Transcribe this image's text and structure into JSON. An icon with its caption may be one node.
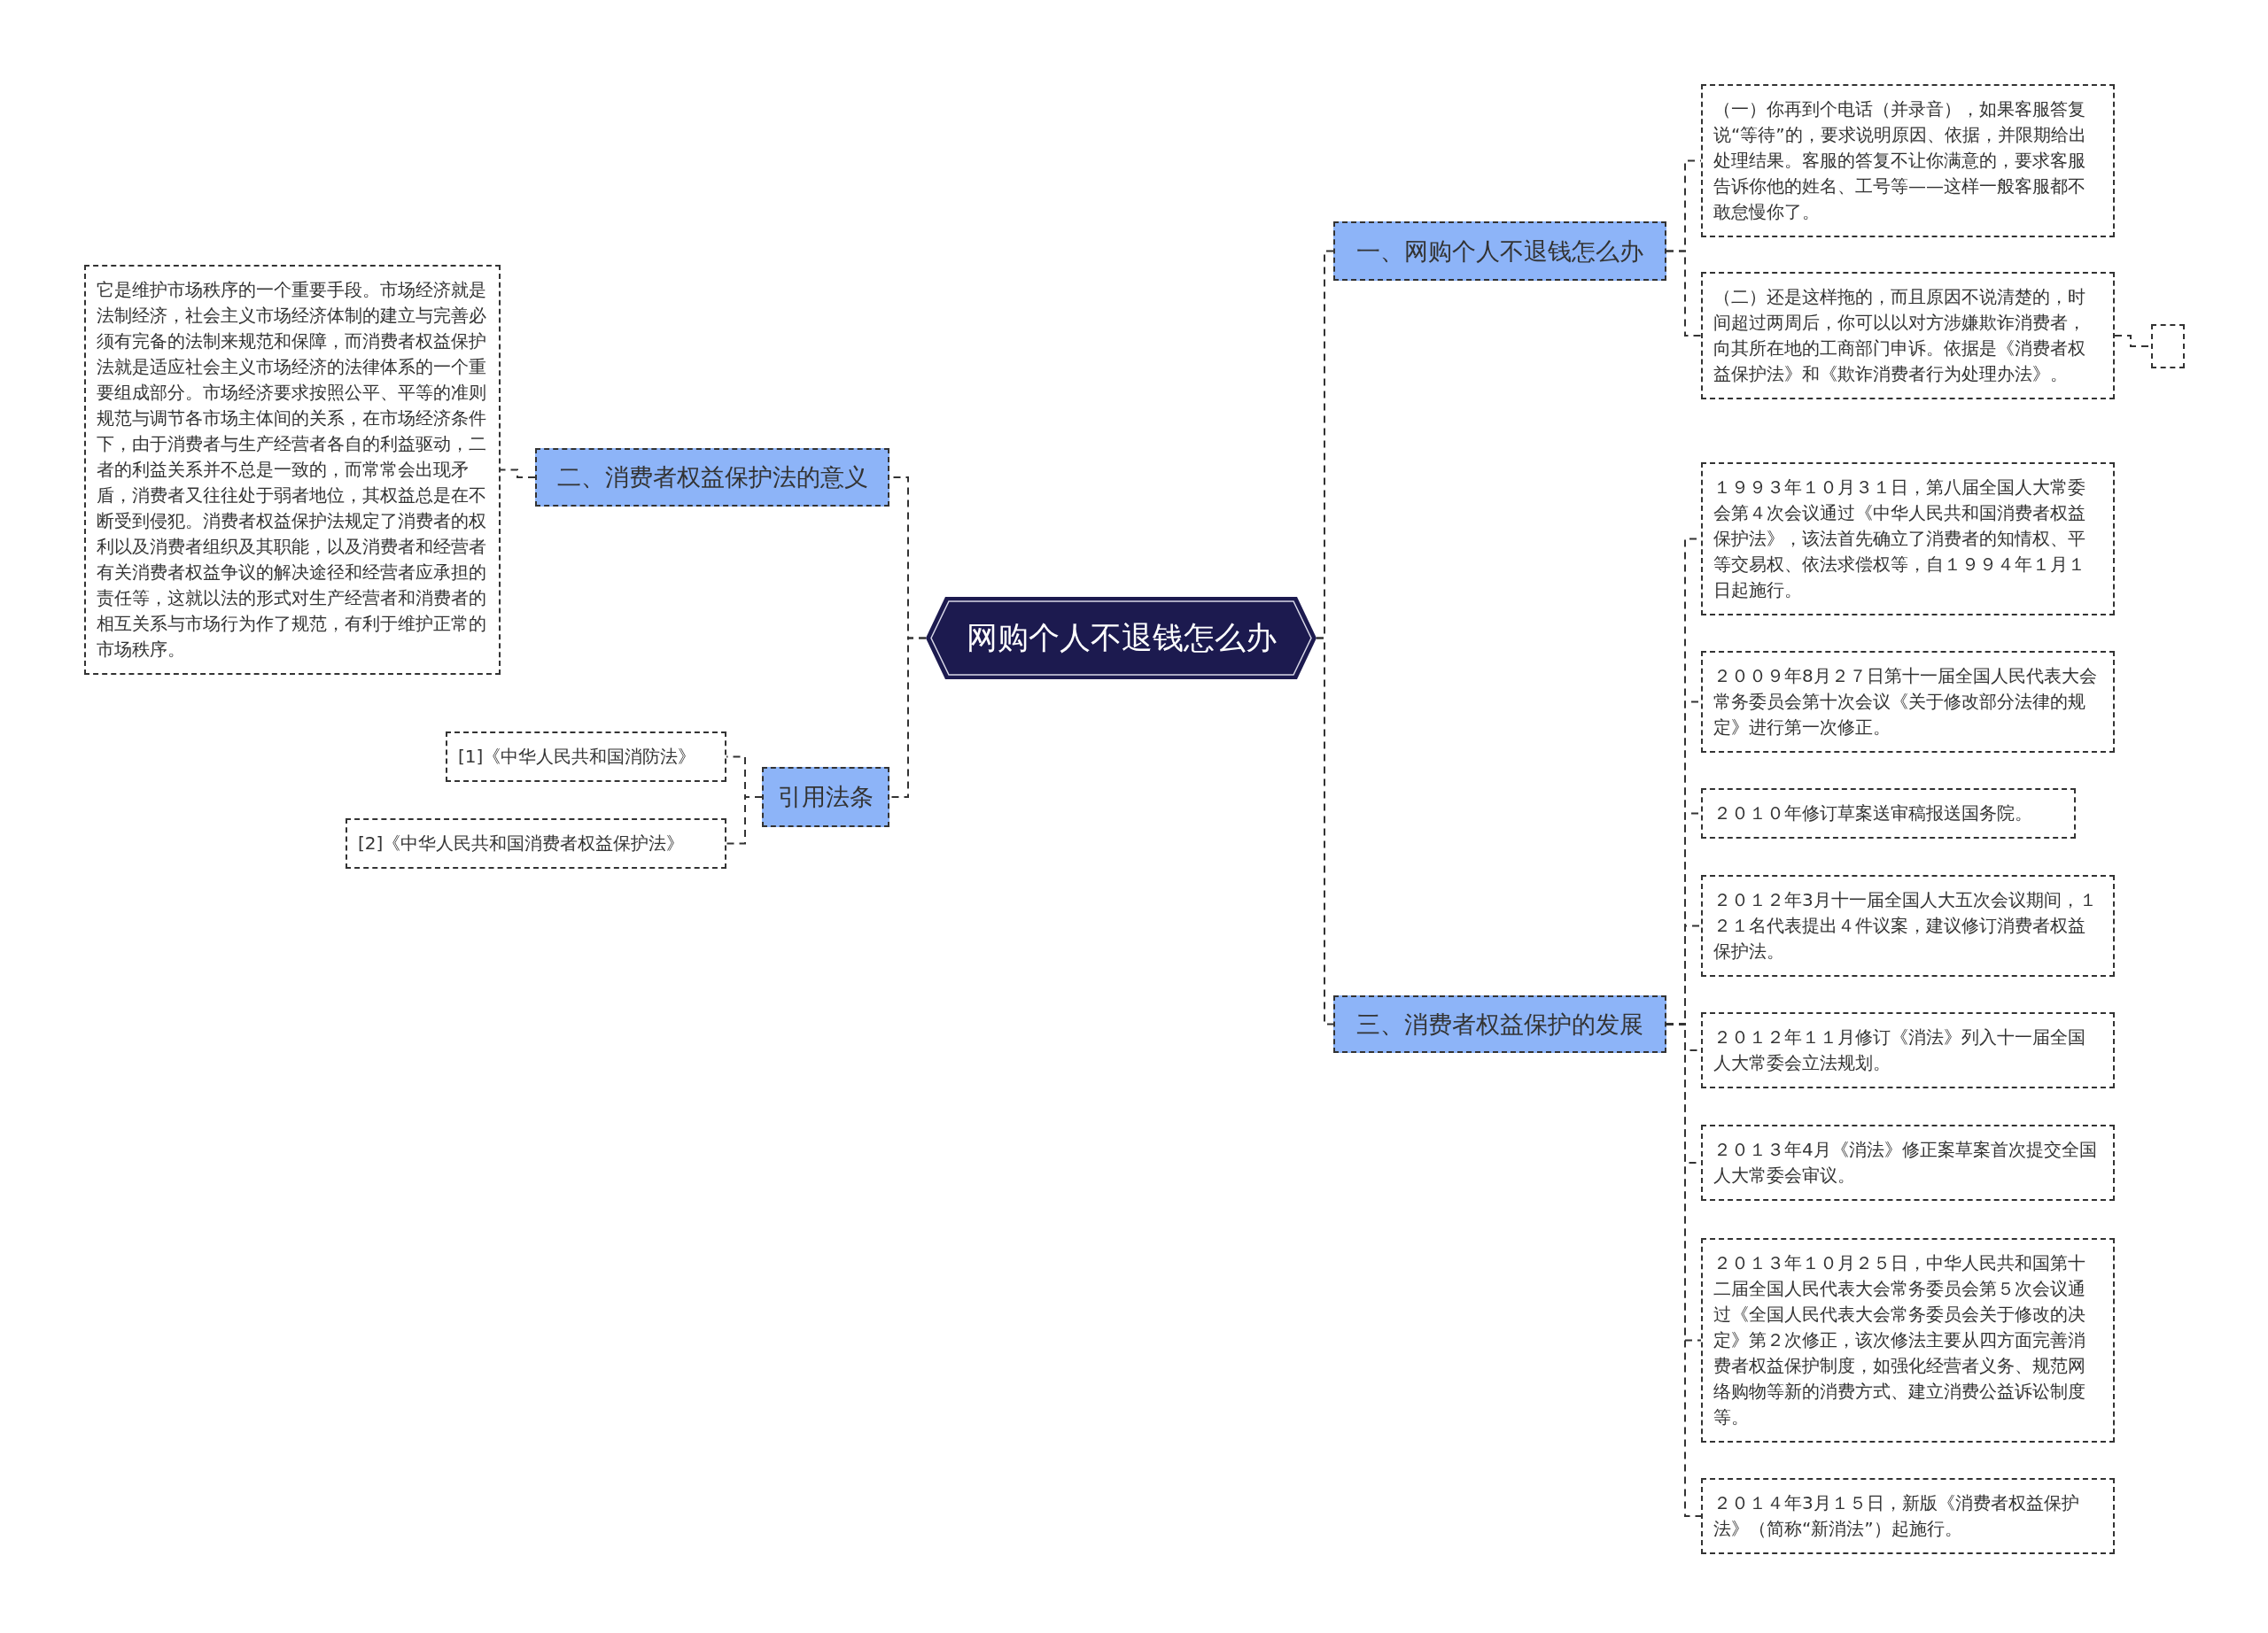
{
  "diagram": {
    "nodes": [
      {
        "text": [
          "网购个人不退钱怎么办"
        ]
      },
      {
        "text": [
          "一、网购个人不退钱怎么办"
        ]
      },
      {
        "text": [
          "（一）你再到个电话（并录音），如果客服答复说“等待”的，要求说明原因、依据，并限期给出处理结果。客服的答复不让你满意的，要求客服告诉你他的姓名、工号等——这样一般客服都不敢怠慢你了。"
        ]
      },
      {
        "text": [
          "（二）还是这样拖的，而且原因不说清楚的，时间超过两周后，你可以以对方涉嫌欺诈消费者，向其所在地的工商部门申诉。依据是《消费者权益保护法》和《欺诈消费者行为处理办法》。"
        ]
      },
      {
        "text": [],
        "shape": "box"
      },
      {
        "text": [
          "三、消费者权益保护的发展"
        ]
      },
      {
        "text": [
          "１９９３年１０月３１日，第八届全国人大常委会第４次会议通过《中华人民共和国消费者权益保护法》，该法首先确立了消费者的知情权、平等交易权、依法求偿权等，自１９９４年１月１日起施行。"
        ]
      },
      {
        "text": [
          "２００９年8月２７日第十一届全国人民代表大会常务委员会第十次会议《关于修改部分法律的规定》进行第一次修正。"
        ]
      },
      {
        "text": [
          "２０１０年修订草案送审稿报送国务院。"
        ]
      },
      {
        "text": [
          "２０１２年3月十一届全国人大五次会议期间，１２１名代表提出４件议案，建议修订消费者权益保护法。"
        ]
      },
      {
        "text": [
          "２０１２年１１月修订《消法》列入十一届全国人大常委会立法规划。"
        ]
      },
      {
        "text": [
          "２０１３年4月《消法》修正案草案首次提交全国人大常委会审议。"
        ]
      },
      {
        "text": [
          "２０１３年１０月２５日，中华人民共和国第十二届全国人民代表大会常务委员会第５次会议通过《全国人民代表大会常务委员会关于修改的决定》第２次修正，该次修法主要从四方面完善消费者权益保护制度，如强化经营者义务、规范网络购物等新的消费方式、建立消费公益诉讼制度等。"
        ]
      },
      {
        "text": [
          "２０１４年3月１５日，新版《消费者权益保护法》（简称“新消法”）起施行。"
        ]
      },
      {
        "text": [
          "二、消费者权益保护法的意义"
        ]
      },
      {
        "text": [
          "它是维护市场秩序的一个重要手段。市场经济就是法制经济，社会主义市场经济体制的建立与完善必须有完备的法制来规范和保障，而消费者权益保护法就是适应社会主义市场经济的法律体系的一个重要组成部分。市场经济要求按照公平、平等的准则规范与调节各市场主体间的关系，在市场经济条件下，由于消费者与生产经营者各自的利益驱动，二者的利益关系并不总是一致的，而常常会出现矛盾，消费者又往往处于弱者地位，其权益总是在不断受到侵犯。消费者权益保护法规定了消费者的权利以及消费者组织及其职能，以及消费者和经营者有关消费者权益争议的解决途径和经营者应承担的责任等，这就以法的形式对生产经营者和消费者的相互关系与市场行为作了规范，有利于维护正常的市场秩序。"
        ]
      },
      {
        "text": [
          "引用法条"
        ]
      },
      {
        "text": [
          "[1]《中华人民共和国消防法》"
        ]
      },
      {
        "text": [
          "[2]《中华人民共和国消费者权益保护法》"
        ]
      }
    ],
    "edges": [
      {
        "from": 0,
        "to": 1,
        "arrow": "none"
      },
      {
        "from": 1,
        "to": 2,
        "arrow": "none"
      },
      {
        "from": 1,
        "to": 3,
        "arrow": "none"
      },
      {
        "from": 3,
        "to": 4,
        "arrow": "none"
      },
      {
        "from": 0,
        "to": 5,
        "arrow": "none"
      },
      {
        "from": 5,
        "to": 6,
        "arrow": "none"
      },
      {
        "from": 5,
        "to": 7,
        "arrow": "none"
      },
      {
        "from": 5,
        "to": 8,
        "arrow": "none"
      },
      {
        "from": 5,
        "to": 9,
        "arrow": "none"
      },
      {
        "from": 5,
        "to": 10,
        "arrow": "none"
      },
      {
        "from": 5,
        "to": 11,
        "arrow": "none"
      },
      {
        "from": 5,
        "to": 12,
        "arrow": "none"
      },
      {
        "from": 5,
        "to": 13,
        "arrow": "none"
      },
      {
        "from": 0,
        "to": 14,
        "arrow": "none"
      },
      {
        "from": 14,
        "to": 15,
        "arrow": "none"
      },
      {
        "from": 0,
        "to": 16,
        "arrow": "none"
      },
      {
        "from": 16,
        "to": 17,
        "arrow": "none"
      },
      {
        "from": 16,
        "to": 18,
        "arrow": "none"
      }
    ]
  }
}
